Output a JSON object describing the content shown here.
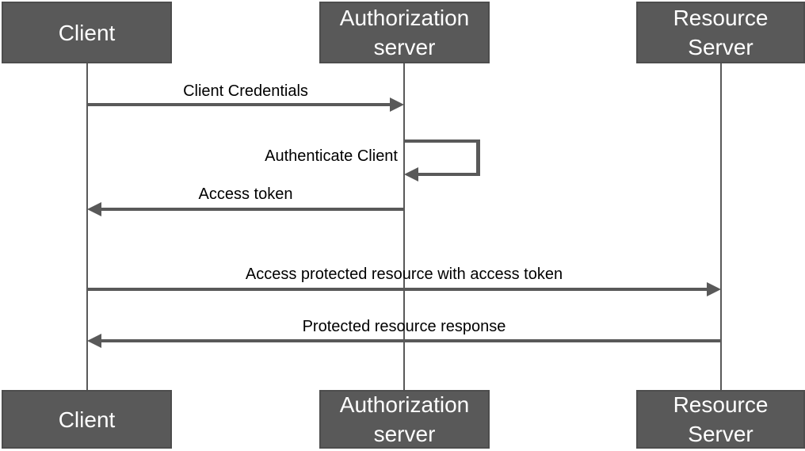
{
  "colors": {
    "background": "#ffffff",
    "actor_fill": "#595959",
    "actor_border": "#4d4d4d",
    "actor_text": "#ffffff",
    "arrow": "#595959",
    "lifeline": "#595959",
    "message_text": "#000000"
  },
  "actors": [
    {
      "label": "Client",
      "lines": [
        "Client"
      ]
    },
    {
      "label": "Authorization server",
      "lines": [
        "Authorization",
        "server"
      ]
    },
    {
      "label": "Resource Server",
      "lines": [
        "Resource",
        "Server"
      ]
    }
  ],
  "messages": [
    {
      "label": "Client Credentials",
      "from": "Client",
      "to": "Authorization server",
      "kind": "arrow-right"
    },
    {
      "label": "Authenticate Client",
      "from": "Authorization server",
      "to": "Authorization server",
      "kind": "self-loop"
    },
    {
      "label": "Access token",
      "from": "Authorization server",
      "to": "Client",
      "kind": "arrow-left"
    },
    {
      "label": "Access protected resource with access token",
      "from": "Client",
      "to": "Resource Server",
      "kind": "arrow-right"
    },
    {
      "label": "Protected resource response",
      "from": "Resource Server",
      "to": "Client",
      "kind": "arrow-left"
    }
  ]
}
